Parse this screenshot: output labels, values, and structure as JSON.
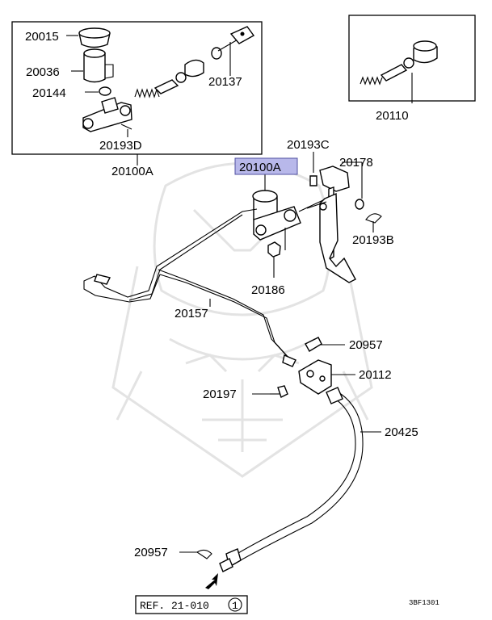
{
  "labels": {
    "p20015": "20015",
    "p20036": "20036",
    "p20144": "20144",
    "p20137": "20137",
    "p20193D": "20193D",
    "p20100A": "20100A",
    "p20110": "20110",
    "p20193C": "20193C",
    "p20178": "20178",
    "p20100A_hl": "20100A",
    "p20193B": "20193B",
    "p20186": "20186",
    "p20157": "20157",
    "p20957a": "20957",
    "p20112": "20112",
    "p20197": "20197",
    "p20425": "20425",
    "p20957b": "20957"
  },
  "reference": {
    "text": "REF. 21-010",
    "circle": "1"
  },
  "diagram_code": "3BF1301",
  "colors": {
    "highlight_fill": "#b8b8ea",
    "highlight_stroke": "#5050a0",
    "watermark": "#e3e3e3"
  }
}
